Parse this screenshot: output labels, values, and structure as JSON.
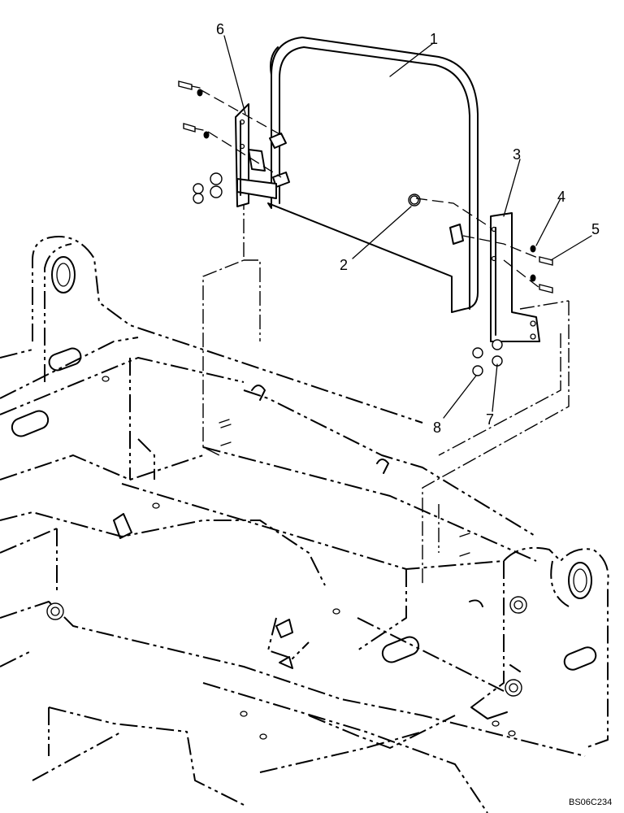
{
  "callouts": [
    {
      "id": "callout-1",
      "label": "1"
    },
    {
      "id": "callout-2",
      "label": "2"
    },
    {
      "id": "callout-3",
      "label": "3"
    },
    {
      "id": "callout-4",
      "label": "4"
    },
    {
      "id": "callout-5",
      "label": "5"
    },
    {
      "id": "callout-6",
      "label": "6"
    },
    {
      "id": "callout-7",
      "label": "7"
    },
    {
      "id": "callout-8",
      "label": "8"
    }
  ],
  "reference_code": "BS06C234",
  "colors": {
    "ink": "#000000",
    "paper": "#ffffff"
  }
}
